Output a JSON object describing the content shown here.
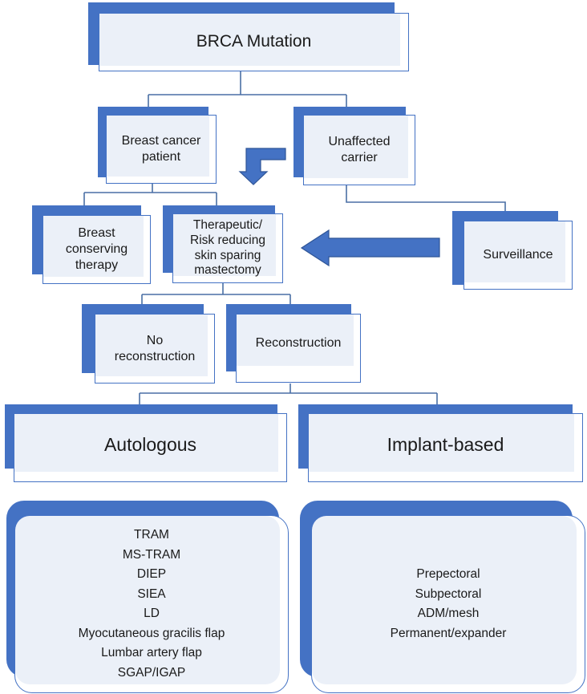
{
  "nodes": {
    "brca": "BRCA Mutation",
    "breast_cancer_patient": "Breast cancer\npatient",
    "unaffected_carrier": "Unaffected\ncarrier",
    "breast_conserving": "Breast\nconserving\ntherapy",
    "mastectomy": "Therapeutic/\nRisk reducing\nskin sparing\nmastectomy",
    "surveillance": "Surveillance",
    "no_reconstruction": "No\nreconstruction",
    "reconstruction": "Reconstruction",
    "autologous": "Autologous",
    "implant_based": "Implant-based"
  },
  "autologous_options": [
    "TRAM",
    "MS-TRAM",
    "DIEP",
    "SIEA",
    "LD",
    "Myocutaneous gracilis flap",
    "Lumbar artery flap",
    "SGAP/IGAP"
  ],
  "implant_options": [
    "Prepectoral",
    "Subpectoral",
    "ADM/mesh",
    "Permanent/expander"
  ],
  "colors": {
    "accent": "#4472c4",
    "fill": "#ebf0f8",
    "line": "#4472c4"
  }
}
